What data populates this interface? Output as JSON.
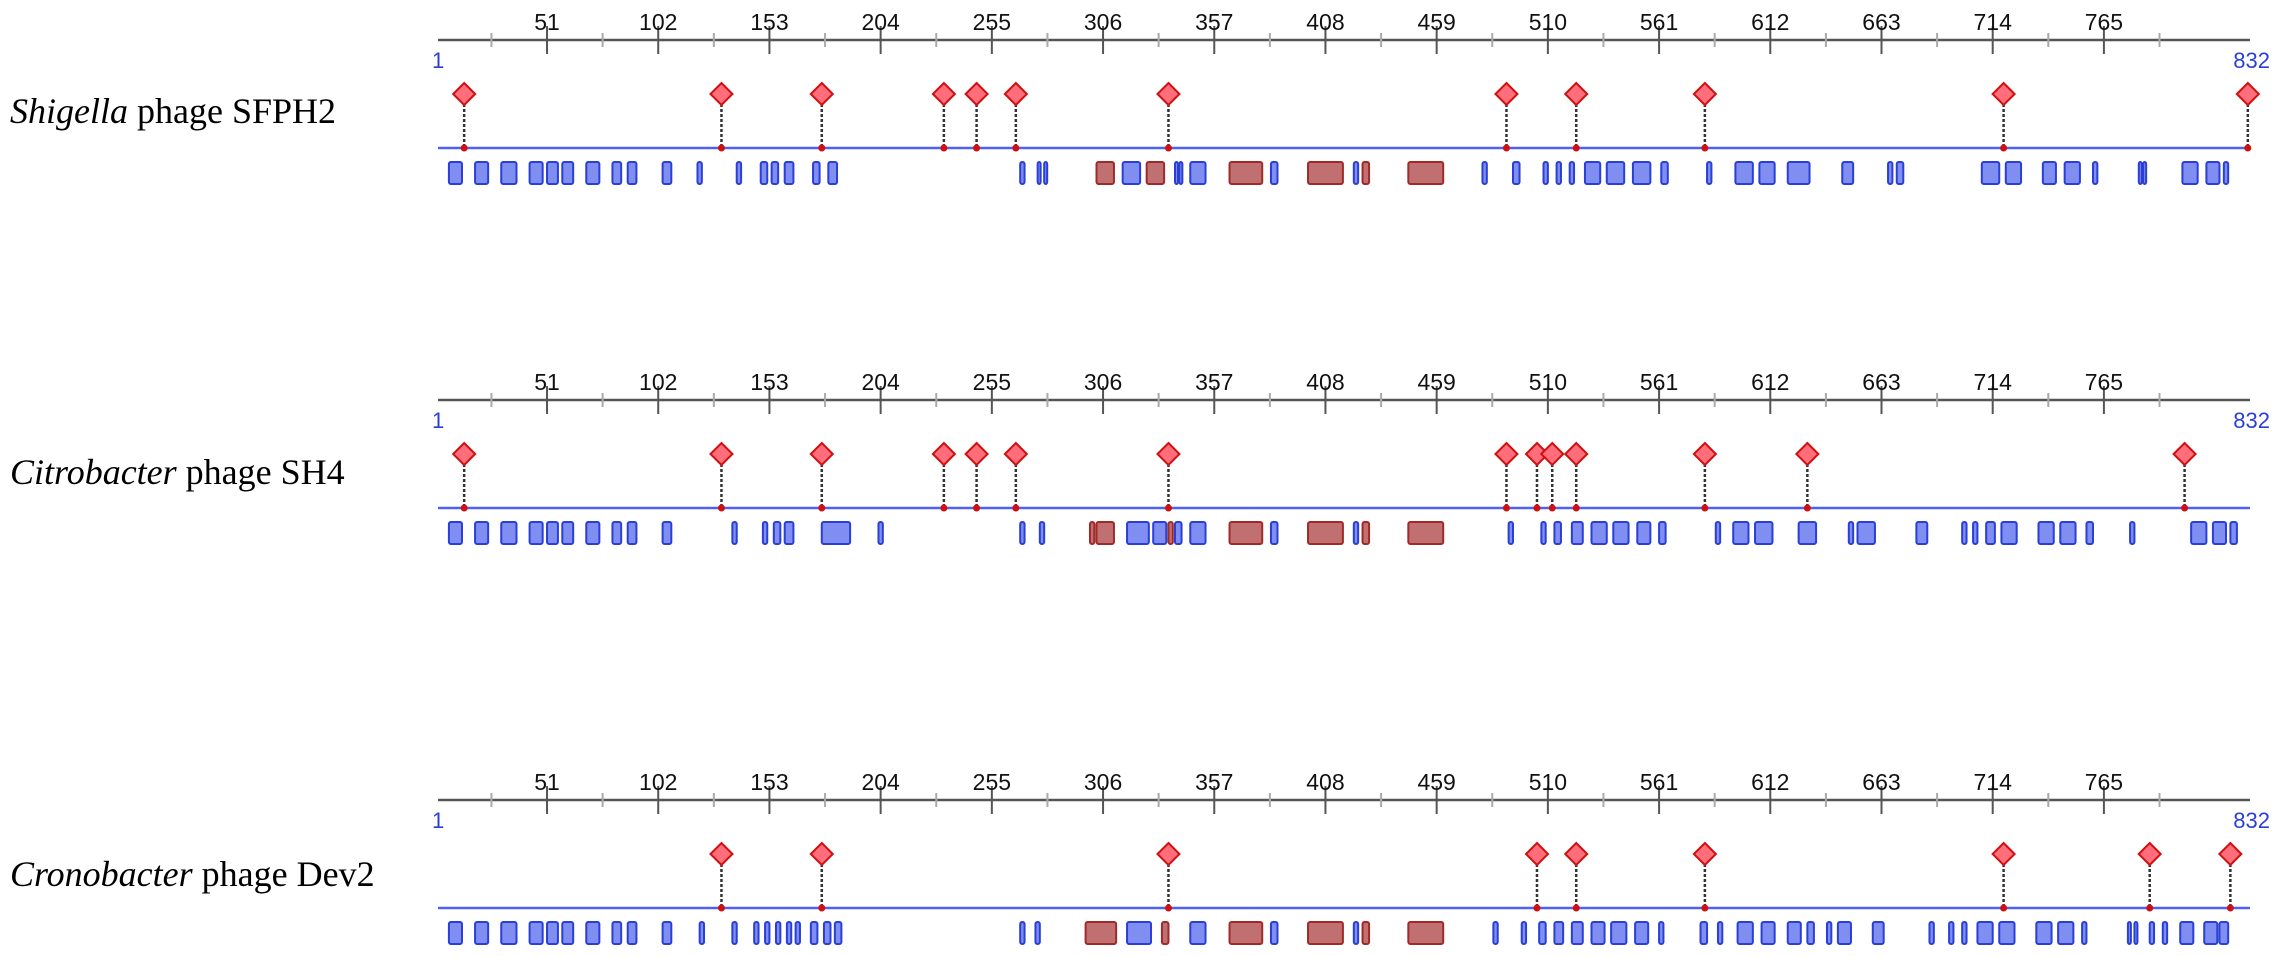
{
  "colors": {
    "ruler": "#555555",
    "minor_tick": "#aaaaaa",
    "baseline": "#5060f0",
    "end_label": "#2a3fd6",
    "marker_fill": "#ff6e7a",
    "marker_stroke": "#d01010",
    "stem": "#333333",
    "block_fill": "#7f8ef0",
    "block_stroke": "#2a3fd6",
    "block_alt_fill": "#c07070",
    "block_alt_stroke": "#a02a2a"
  },
  "ruler": {
    "start": 1,
    "end": 832,
    "start_label": "1",
    "end_label": "832",
    "major_ticks": [
      51,
      102,
      153,
      204,
      255,
      306,
      357,
      408,
      459,
      510,
      561,
      612,
      663,
      714,
      765
    ]
  },
  "tracks": [
    {
      "genus": "Shigella",
      "rest": " phage SFPH2",
      "markers": [
        13,
        131,
        177,
        233,
        248,
        266,
        336,
        491,
        523,
        582,
        719,
        831
      ],
      "blocks": [
        {
          "s": 6,
          "e": 12,
          "t": "b"
        },
        {
          "s": 18,
          "e": 24,
          "t": "b"
        },
        {
          "s": 30,
          "e": 37,
          "t": "b"
        },
        {
          "s": 43,
          "e": 49,
          "t": "b"
        },
        {
          "s": 51,
          "e": 56,
          "t": "b"
        },
        {
          "s": 58,
          "e": 63,
          "t": "b"
        },
        {
          "s": 69,
          "e": 75,
          "t": "b"
        },
        {
          "s": 81,
          "e": 85,
          "t": "b"
        },
        {
          "s": 88,
          "e": 92,
          "t": "b"
        },
        {
          "s": 104,
          "e": 108,
          "t": "b"
        },
        {
          "s": 120,
          "e": 122,
          "t": "b"
        },
        {
          "s": 138,
          "e": 140,
          "t": "b"
        },
        {
          "s": 149,
          "e": 152,
          "t": "b"
        },
        {
          "s": 154,
          "e": 157,
          "t": "b"
        },
        {
          "s": 160,
          "e": 164,
          "t": "b"
        },
        {
          "s": 173,
          "e": 176,
          "t": "b"
        },
        {
          "s": 180,
          "e": 184,
          "t": "b"
        },
        {
          "s": 268,
          "e": 270,
          "t": "b"
        },
        {
          "s": 276,
          "e": 277,
          "t": "b"
        },
        {
          "s": 279,
          "e": 280,
          "t": "b"
        },
        {
          "s": 303,
          "e": 311,
          "t": "r"
        },
        {
          "s": 315,
          "e": 323,
          "t": "b"
        },
        {
          "s": 326,
          "e": 334,
          "t": "r"
        },
        {
          "s": 339,
          "e": 340,
          "t": "b"
        },
        {
          "s": 341,
          "e": 342,
          "t": "b"
        },
        {
          "s": 346,
          "e": 353,
          "t": "b"
        },
        {
          "s": 364,
          "e": 379,
          "t": "r"
        },
        {
          "s": 383,
          "e": 386,
          "t": "b"
        },
        {
          "s": 400,
          "e": 416,
          "t": "r"
        },
        {
          "s": 421,
          "e": 423,
          "t": "b"
        },
        {
          "s": 425,
          "e": 428,
          "t": "r"
        },
        {
          "s": 446,
          "e": 462,
          "t": "r"
        },
        {
          "s": 480,
          "e": 482,
          "t": "b"
        },
        {
          "s": 494,
          "e": 497,
          "t": "b"
        },
        {
          "s": 508,
          "e": 510,
          "t": "b"
        },
        {
          "s": 514,
          "e": 516,
          "t": "b"
        },
        {
          "s": 520,
          "e": 522,
          "t": "b"
        },
        {
          "s": 527,
          "e": 534,
          "t": "b"
        },
        {
          "s": 537,
          "e": 545,
          "t": "b"
        },
        {
          "s": 549,
          "e": 557,
          "t": "b"
        },
        {
          "s": 562,
          "e": 565,
          "t": "b"
        },
        {
          "s": 583,
          "e": 585,
          "t": "b"
        },
        {
          "s": 596,
          "e": 604,
          "t": "b"
        },
        {
          "s": 607,
          "e": 614,
          "t": "b"
        },
        {
          "s": 620,
          "e": 630,
          "t": "b"
        },
        {
          "s": 645,
          "e": 650,
          "t": "b"
        },
        {
          "s": 666,
          "e": 668,
          "t": "b"
        },
        {
          "s": 670,
          "e": 673,
          "t": "b"
        },
        {
          "s": 709,
          "e": 717,
          "t": "b"
        },
        {
          "s": 720,
          "e": 727,
          "t": "b"
        },
        {
          "s": 737,
          "e": 743,
          "t": "b"
        },
        {
          "s": 747,
          "e": 754,
          "t": "b"
        },
        {
          "s": 760,
          "e": 762,
          "t": "b"
        },
        {
          "s": 781,
          "e": 782,
          "t": "b"
        },
        {
          "s": 783,
          "e": 784,
          "t": "b"
        },
        {
          "s": 801,
          "e": 808,
          "t": "b"
        },
        {
          "s": 812,
          "e": 818,
          "t": "b"
        },
        {
          "s": 820,
          "e": 822,
          "t": "b"
        }
      ]
    },
    {
      "genus": "Citrobacter",
      "rest": " phage SH4",
      "markers": [
        13,
        131,
        177,
        233,
        248,
        266,
        336,
        491,
        505,
        512,
        523,
        582,
        629,
        802
      ],
      "blocks": [
        {
          "s": 6,
          "e": 12,
          "t": "b"
        },
        {
          "s": 18,
          "e": 24,
          "t": "b"
        },
        {
          "s": 30,
          "e": 37,
          "t": "b"
        },
        {
          "s": 43,
          "e": 49,
          "t": "b"
        },
        {
          "s": 51,
          "e": 56,
          "t": "b"
        },
        {
          "s": 58,
          "e": 63,
          "t": "b"
        },
        {
          "s": 69,
          "e": 75,
          "t": "b"
        },
        {
          "s": 81,
          "e": 85,
          "t": "b"
        },
        {
          "s": 88,
          "e": 92,
          "t": "b"
        },
        {
          "s": 104,
          "e": 108,
          "t": "b"
        },
        {
          "s": 136,
          "e": 138,
          "t": "b"
        },
        {
          "s": 150,
          "e": 152,
          "t": "b"
        },
        {
          "s": 155,
          "e": 158,
          "t": "b"
        },
        {
          "s": 160,
          "e": 164,
          "t": "b"
        },
        {
          "s": 177,
          "e": 190,
          "t": "b"
        },
        {
          "s": 203,
          "e": 205,
          "t": "b"
        },
        {
          "s": 268,
          "e": 270,
          "t": "b"
        },
        {
          "s": 277,
          "e": 279,
          "t": "b"
        },
        {
          "s": 300,
          "e": 302,
          "t": "r"
        },
        {
          "s": 303,
          "e": 311,
          "t": "r"
        },
        {
          "s": 317,
          "e": 327,
          "t": "b"
        },
        {
          "s": 329,
          "e": 335,
          "t": "b"
        },
        {
          "s": 336,
          "e": 338,
          "t": "r"
        },
        {
          "s": 339,
          "e": 342,
          "t": "b"
        },
        {
          "s": 346,
          "e": 353,
          "t": "b"
        },
        {
          "s": 364,
          "e": 379,
          "t": "r"
        },
        {
          "s": 383,
          "e": 386,
          "t": "b"
        },
        {
          "s": 400,
          "e": 416,
          "t": "r"
        },
        {
          "s": 421,
          "e": 423,
          "t": "b"
        },
        {
          "s": 425,
          "e": 428,
          "t": "r"
        },
        {
          "s": 446,
          "e": 462,
          "t": "r"
        },
        {
          "s": 492,
          "e": 494,
          "t": "b"
        },
        {
          "s": 507,
          "e": 509,
          "t": "b"
        },
        {
          "s": 513,
          "e": 516,
          "t": "b"
        },
        {
          "s": 521,
          "e": 526,
          "t": "b"
        },
        {
          "s": 530,
          "e": 537,
          "t": "b"
        },
        {
          "s": 540,
          "e": 547,
          "t": "b"
        },
        {
          "s": 551,
          "e": 557,
          "t": "b"
        },
        {
          "s": 561,
          "e": 564,
          "t": "b"
        },
        {
          "s": 587,
          "e": 589,
          "t": "b"
        },
        {
          "s": 595,
          "e": 602,
          "t": "b"
        },
        {
          "s": 605,
          "e": 613,
          "t": "b"
        },
        {
          "s": 625,
          "e": 633,
          "t": "b"
        },
        {
          "s": 648,
          "e": 650,
          "t": "b"
        },
        {
          "s": 652,
          "e": 660,
          "t": "b"
        },
        {
          "s": 679,
          "e": 684,
          "t": "b"
        },
        {
          "s": 700,
          "e": 702,
          "t": "b"
        },
        {
          "s": 705,
          "e": 707,
          "t": "b"
        },
        {
          "s": 711,
          "e": 715,
          "t": "b"
        },
        {
          "s": 718,
          "e": 725,
          "t": "b"
        },
        {
          "s": 735,
          "e": 742,
          "t": "b"
        },
        {
          "s": 745,
          "e": 752,
          "t": "b"
        },
        {
          "s": 757,
          "e": 760,
          "t": "b"
        },
        {
          "s": 777,
          "e": 779,
          "t": "b"
        },
        {
          "s": 805,
          "e": 812,
          "t": "b"
        },
        {
          "s": 815,
          "e": 821,
          "t": "b"
        },
        {
          "s": 823,
          "e": 826,
          "t": "b"
        }
      ]
    },
    {
      "genus": "Cronobacter",
      "rest": " phage Dev2",
      "markers": [
        131,
        177,
        336,
        505,
        523,
        582,
        719,
        786,
        823
      ],
      "blocks": [
        {
          "s": 6,
          "e": 12,
          "t": "b"
        },
        {
          "s": 18,
          "e": 24,
          "t": "b"
        },
        {
          "s": 30,
          "e": 37,
          "t": "b"
        },
        {
          "s": 43,
          "e": 49,
          "t": "b"
        },
        {
          "s": 51,
          "e": 56,
          "t": "b"
        },
        {
          "s": 58,
          "e": 63,
          "t": "b"
        },
        {
          "s": 69,
          "e": 75,
          "t": "b"
        },
        {
          "s": 81,
          "e": 85,
          "t": "b"
        },
        {
          "s": 88,
          "e": 92,
          "t": "b"
        },
        {
          "s": 104,
          "e": 108,
          "t": "b"
        },
        {
          "s": 121,
          "e": 123,
          "t": "b"
        },
        {
          "s": 136,
          "e": 138,
          "t": "b"
        },
        {
          "s": 146,
          "e": 148,
          "t": "b"
        },
        {
          "s": 151,
          "e": 153,
          "t": "b"
        },
        {
          "s": 156,
          "e": 158,
          "t": "b"
        },
        {
          "s": 161,
          "e": 163,
          "t": "b"
        },
        {
          "s": 165,
          "e": 167,
          "t": "b"
        },
        {
          "s": 172,
          "e": 175,
          "t": "b"
        },
        {
          "s": 178,
          "e": 181,
          "t": "b"
        },
        {
          "s": 183,
          "e": 186,
          "t": "b"
        },
        {
          "s": 268,
          "e": 270,
          "t": "b"
        },
        {
          "s": 275,
          "e": 277,
          "t": "b"
        },
        {
          "s": 298,
          "e": 312,
          "t": "r"
        },
        {
          "s": 317,
          "e": 328,
          "t": "b"
        },
        {
          "s": 333,
          "e": 336,
          "t": "r"
        },
        {
          "s": 346,
          "e": 353,
          "t": "b"
        },
        {
          "s": 364,
          "e": 379,
          "t": "r"
        },
        {
          "s": 383,
          "e": 386,
          "t": "b"
        },
        {
          "s": 400,
          "e": 416,
          "t": "r"
        },
        {
          "s": 421,
          "e": 423,
          "t": "b"
        },
        {
          "s": 425,
          "e": 428,
          "t": "r"
        },
        {
          "s": 446,
          "e": 462,
          "t": "r"
        },
        {
          "s": 485,
          "e": 487,
          "t": "b"
        },
        {
          "s": 498,
          "e": 500,
          "t": "b"
        },
        {
          "s": 506,
          "e": 509,
          "t": "b"
        },
        {
          "s": 513,
          "e": 517,
          "t": "b"
        },
        {
          "s": 521,
          "e": 526,
          "t": "b"
        },
        {
          "s": 530,
          "e": 536,
          "t": "b"
        },
        {
          "s": 539,
          "e": 546,
          "t": "b"
        },
        {
          "s": 550,
          "e": 556,
          "t": "b"
        },
        {
          "s": 561,
          "e": 563,
          "t": "b"
        },
        {
          "s": 580,
          "e": 583,
          "t": "b"
        },
        {
          "s": 588,
          "e": 590,
          "t": "b"
        },
        {
          "s": 597,
          "e": 604,
          "t": "b"
        },
        {
          "s": 608,
          "e": 614,
          "t": "b"
        },
        {
          "s": 620,
          "e": 626,
          "t": "b"
        },
        {
          "s": 629,
          "e": 632,
          "t": "b"
        },
        {
          "s": 638,
          "e": 640,
          "t": "b"
        },
        {
          "s": 643,
          "e": 649,
          "t": "b"
        },
        {
          "s": 659,
          "e": 664,
          "t": "b"
        },
        {
          "s": 685,
          "e": 687,
          "t": "b"
        },
        {
          "s": 694,
          "e": 696,
          "t": "b"
        },
        {
          "s": 700,
          "e": 702,
          "t": "b"
        },
        {
          "s": 707,
          "e": 714,
          "t": "b"
        },
        {
          "s": 717,
          "e": 724,
          "t": "b"
        },
        {
          "s": 734,
          "e": 741,
          "t": "b"
        },
        {
          "s": 744,
          "e": 751,
          "t": "b"
        },
        {
          "s": 755,
          "e": 757,
          "t": "b"
        },
        {
          "s": 776,
          "e": 777,
          "t": "b"
        },
        {
          "s": 779,
          "e": 780,
          "t": "b"
        },
        {
          "s": 786,
          "e": 788,
          "t": "b"
        },
        {
          "s": 792,
          "e": 794,
          "t": "b"
        },
        {
          "s": 800,
          "e": 806,
          "t": "b"
        },
        {
          "s": 811,
          "e": 817,
          "t": "b"
        },
        {
          "s": 818,
          "e": 822,
          "t": "b"
        }
      ]
    }
  ]
}
